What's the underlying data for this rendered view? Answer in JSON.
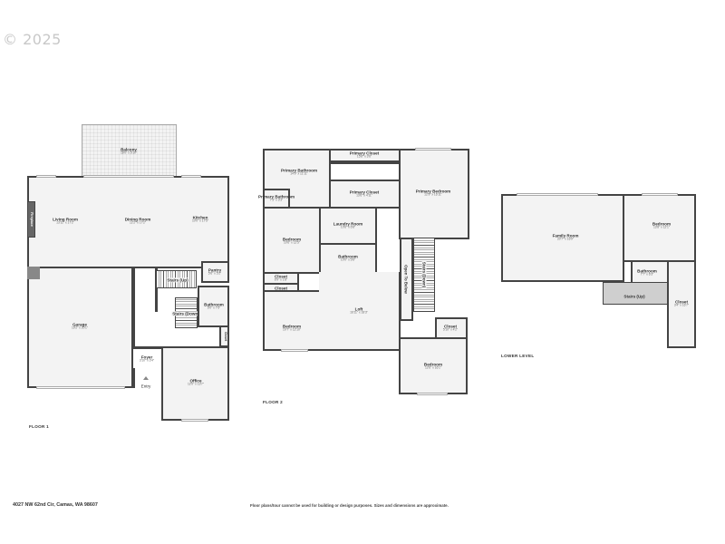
{
  "watermark": "© 2025",
  "floors": [
    {
      "label": "FLOOR 1",
      "rooms": [
        {
          "name": "Balcony",
          "dims": "18'0\" x 5'10\""
        },
        {
          "name": "Living Room",
          "dims": "13'11\" x 17'2\""
        },
        {
          "name": "Dining Room",
          "dims": "12'2\" x 17'2\""
        },
        {
          "name": "Kitchen",
          "dims": "10'0\" x 17'5\""
        },
        {
          "name": "Fireplace",
          "dims": ""
        },
        {
          "name": "Garage",
          "dims": "19'2\" x 20'1\""
        },
        {
          "name": "Stairs (Up)",
          "dims": ""
        },
        {
          "name": "Pantry",
          "dims": "5'6\" x 5'2\""
        },
        {
          "name": "Stairs (Down)",
          "dims": ""
        },
        {
          "name": "Bathroom",
          "dims": "5'0\" x 7'5\""
        },
        {
          "name": "Closet",
          "dims": ""
        },
        {
          "name": "Foyer",
          "dims": "3'10\" x 3'4\""
        },
        {
          "name": "Entry",
          "dims": ""
        },
        {
          "name": "Office",
          "dims": "12'0\" x 13'7\""
        }
      ]
    },
    {
      "label": "FLOOR 2",
      "rooms": [
        {
          "name": "Primary Closet",
          "dims": "15'8\" x 3'6\""
        },
        {
          "name": "Primary Bathroom",
          "dims": "14'9\" x 11'11\""
        },
        {
          "name": "Primary Bathroom",
          "dims": "7'3\" x 3'3\""
        },
        {
          "name": "Primary Closet",
          "dims": "13'6\" x 4'11\""
        },
        {
          "name": "Primary Bedroom",
          "dims": "12'9\" x 16'11\""
        },
        {
          "name": "Laundry Room",
          "dims": "10'6\" x 6'8\""
        },
        {
          "name": "Bedroom",
          "dims": "10'6\" x 12'5\""
        },
        {
          "name": "Bathroom",
          "dims": "10'0\" x 5'6\""
        },
        {
          "name": "Closet",
          "dims": "6'9\" x 1'8\""
        },
        {
          "name": "Closet",
          "dims": "6'9\" x 1'11\""
        },
        {
          "name": "Open To Below",
          "dims": ""
        },
        {
          "name": "Stairs (Down)",
          "dims": ""
        },
        {
          "name": "Loft",
          "dims": "16'11\" x 18'3\""
        },
        {
          "name": "Bedroom",
          "dims": "10'7\" x 12'10\""
        },
        {
          "name": "Closet",
          "dims": "5'10\" x 4'2\""
        },
        {
          "name": "Bedroom",
          "dims": "12'6\" x 16'1\""
        }
      ]
    },
    {
      "label": "LOWER LEVEL",
      "rooms": [
        {
          "name": "Family Room",
          "dims": "20'7\" x 16'9\""
        },
        {
          "name": "Bedroom",
          "dims": "13'8\" x 12'1\""
        },
        {
          "name": "Bathroom",
          "dims": "7'7\" x 6'3\""
        },
        {
          "name": "Stairs (Up)",
          "dims": ""
        },
        {
          "name": "Closet",
          "dims": "3'4\" x 16'7\""
        }
      ]
    }
  ],
  "footer": {
    "address": "4027 NW 62nd Cir, Camas, WA 98607",
    "disclaimer": "Floor plans/tour cannot be used for building or design purposes. Sizes and dimensions are approximate."
  }
}
